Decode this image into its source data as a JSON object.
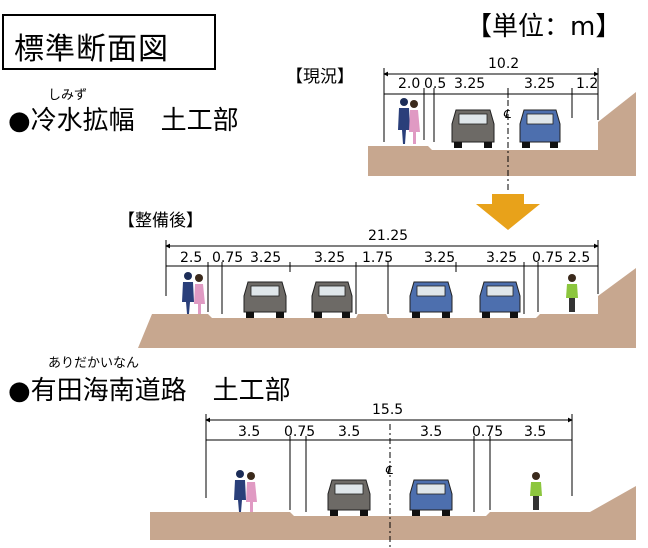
{
  "title": "標準断面図",
  "unit": "【単位：m】",
  "section1": {
    "heading": "●冷水拡幅　土工部",
    "ruby": "しみず",
    "current_label": "【現況】",
    "current_total": "10.2",
    "current_dims": [
      "2.0",
      "0.5",
      "3.25",
      "3.25",
      "1.2"
    ],
    "after_label": "【整備後】",
    "after_total": "21.25",
    "after_dims": [
      "2.5",
      "0.75",
      "3.25",
      "3.25",
      "1.75",
      "3.25",
      "3.25",
      "0.75",
      "2.5"
    ]
  },
  "section2": {
    "heading": "●有田海南道路　土工部",
    "ruby": "ありだかいなん",
    "total": "15.5",
    "dims": [
      "3.5",
      "0.75",
      "3.5",
      "3.5",
      "0.75",
      "3.5"
    ]
  },
  "centerline_symbol": "ᶜ",
  "colors": {
    "ground": "#c7a78f",
    "arrow": "#e8a21a",
    "car_grey": "#6d6a66",
    "car_blue": "#4d6fae"
  }
}
